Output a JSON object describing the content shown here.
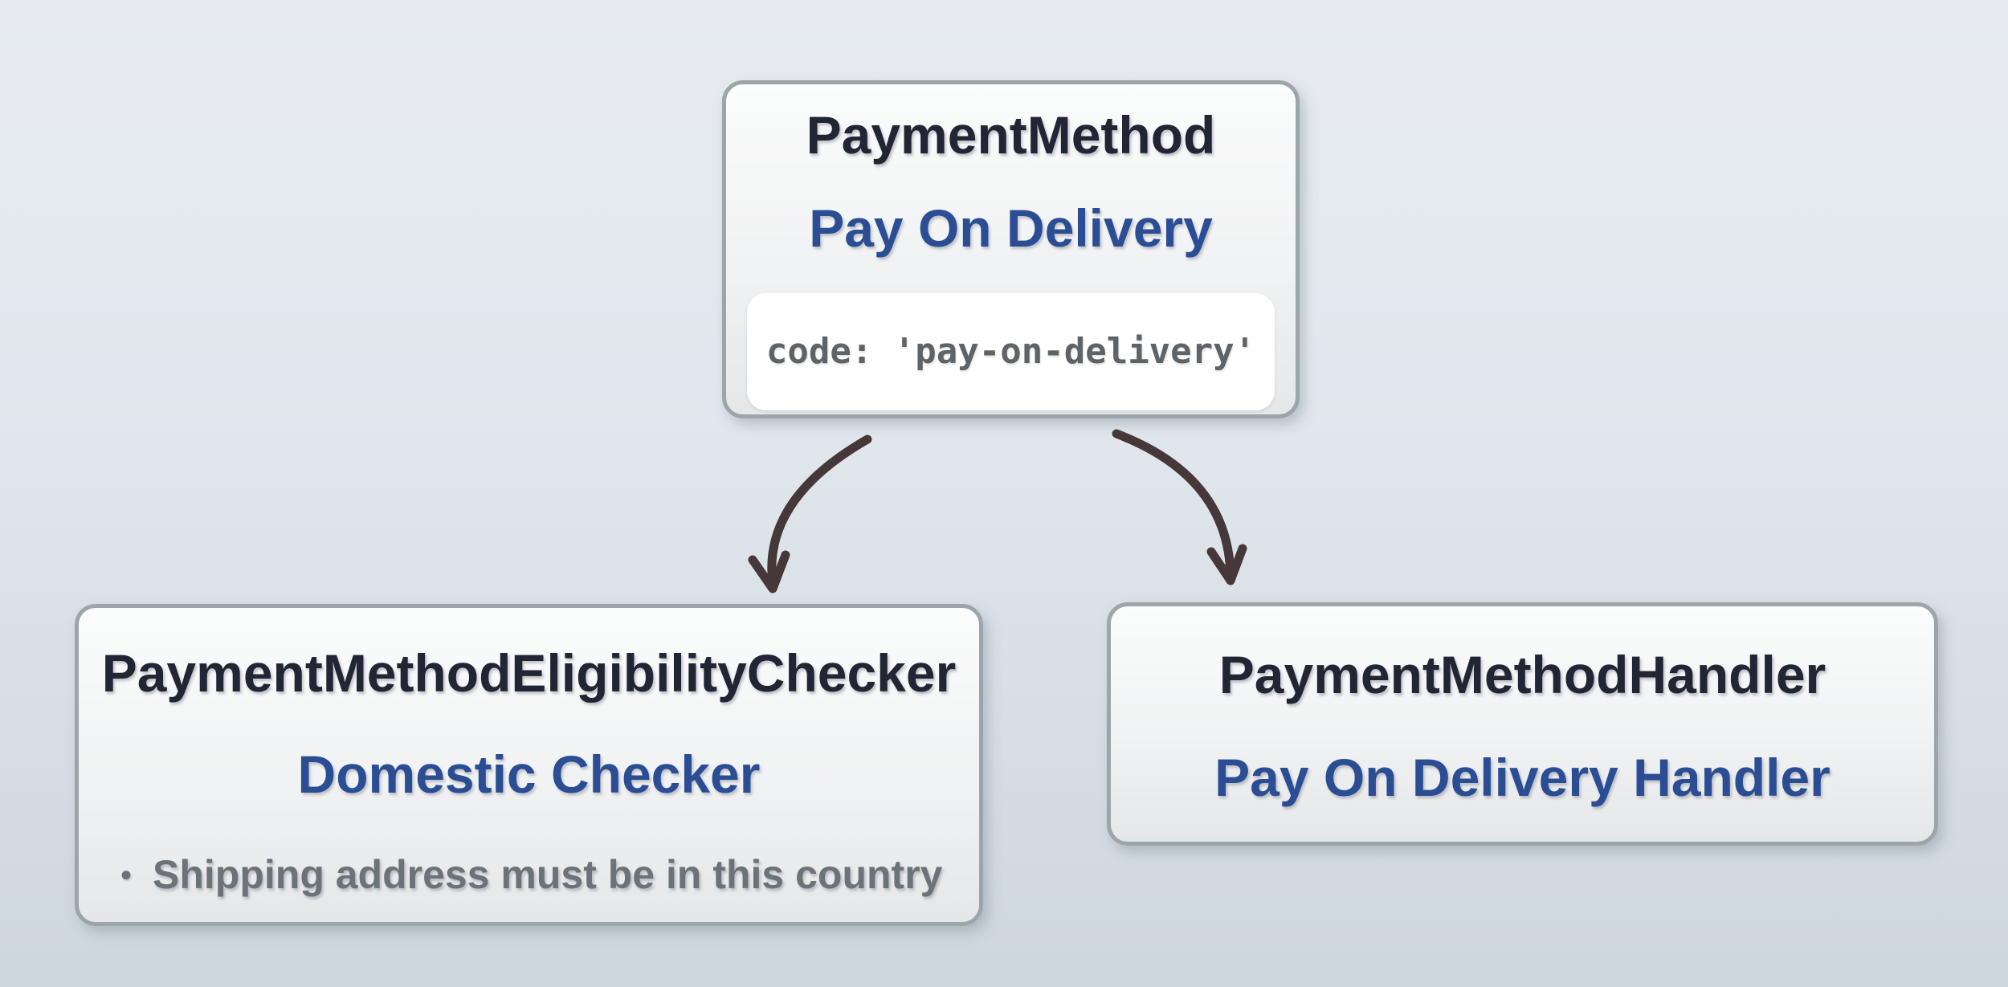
{
  "diagram": {
    "payment_method": {
      "title": "PaymentMethod",
      "subtitle": "Pay On Delivery",
      "code": "code: 'pay-on-delivery'"
    },
    "eligibility_checker": {
      "title": "PaymentMethodEligibilityChecker",
      "subtitle": "Domestic Checker",
      "bullet_marker": "•",
      "bullet": "Shipping address must be in this country"
    },
    "handler": {
      "title": "PaymentMethodHandler",
      "subtitle": "Pay On Delivery Handler"
    }
  },
  "colors": {
    "title_dark": "#222634",
    "subtitle_blue": "#2a4d94",
    "muted_gray": "#6c7378",
    "code_gray": "#5d6367",
    "box_border": "#9ca5a9",
    "arrow": "#463839",
    "background_top": "#e7ebef",
    "background_bottom": "#ccd7dd"
  }
}
